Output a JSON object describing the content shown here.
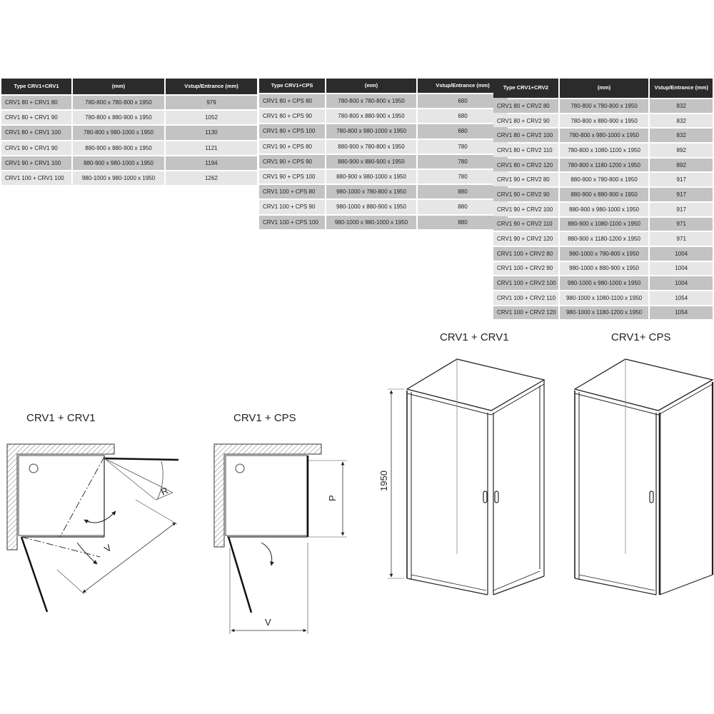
{
  "tables": [
    {
      "headers": [
        "Type CRV1+CRV1",
        "(mm)",
        "Vstup/Entrance (mm)"
      ],
      "rows": [
        [
          "CRV1 80 + CRV1 80",
          "780-800 x 780-800 x 1950",
          "979"
        ],
        [
          "CRV1 80 + CRV1 90",
          "780-800 x 880-900 x 1950",
          "1052"
        ],
        [
          "CRV1 80 + CRV1 100",
          "780-800 x 980-1000 x 1950",
          "1130"
        ],
        [
          "CRV1 90 + CRV1 90",
          "880-900 x 880-900 x 1950",
          "1121"
        ],
        [
          "CRV1 90 + CRV1 100",
          "880-900 x 980-1000 x 1950",
          "1194"
        ],
        [
          "CRV1 100 + CRV1 100",
          "980-1000 x 980-1000 x 1950",
          "1262"
        ]
      ]
    },
    {
      "headers": [
        "Type CRV1+CPS",
        "(mm)",
        "Vstup/Entrance (mm)"
      ],
      "rows": [
        [
          "CRV1 80 + CPS 80",
          "780-800 x 780-800 x 1950",
          "680"
        ],
        [
          "CRV1 80 + CPS 90",
          "780-800 x 880-900 x 1950",
          "680"
        ],
        [
          "CRV1 80 + CPS 100",
          "780-800 x 980-1000 x 1950",
          "680"
        ],
        [
          "CRV1 90 + CPS 80",
          "880-900 x 780-800 x 1950",
          "780"
        ],
        [
          "CRV1 90 + CPS 90",
          "880-900 x 880-900 x 1950",
          "780"
        ],
        [
          "CRV1 90 + CPS 100",
          "880-900 x 980-1000 x 1950",
          "780"
        ],
        [
          "CRV1 100 + CPS 80",
          "980-1000 x 780-800 x 1950",
          "880"
        ],
        [
          "CRV1 100 + CPS 90",
          "980-1000 x 880-900 x 1950",
          "880"
        ],
        [
          "CRV1 100 + CPS 100",
          "980-1000 x 980-1000 x 1950",
          "880"
        ]
      ]
    },
    {
      "headers": [
        "Type CRV1+CRV2",
        "(mm)",
        "Vstup/Entrance (mm)"
      ],
      "rows": [
        [
          "CRV1 80 + CRV2 80",
          "780-800 x 780-800 x 1950",
          "832"
        ],
        [
          "CRV1 80 + CRV2 90",
          "780-800 x 880-900 x 1950",
          "832"
        ],
        [
          "CRV1 80 + CRV2 100",
          "780-800 x 980-1000 x 1950",
          "832"
        ],
        [
          "CRV1 80 + CRV2 110",
          "780-800 x 1080-1100 x 1950",
          "892"
        ],
        [
          "CRV1 80 + CRV2 120",
          "780-800 x 1180-1200 x 1950",
          "892"
        ],
        [
          "CRV1 90 + CRV2 80",
          "880-900 x 780-800 x 1950",
          "917"
        ],
        [
          "CRV1 90 + CRV2 90",
          "880-900 x 880-900 x 1950",
          "917"
        ],
        [
          "CRV1 90 + CRV2 100",
          "880-900 x 980-1000 x 1950",
          "917"
        ],
        [
          "CRV1 90 + CRV2 110",
          "880-900 x 1080-1100 x 1950",
          "971"
        ],
        [
          "CRV1 90 + CRV2 120",
          "880-900 x 1180-1200 x 1950",
          "971"
        ],
        [
          "CRV1 100 + CRV2 80",
          "980-1000 x 780-800 x 1950",
          "1004"
        ],
        [
          "CRV1 100 + CRV2 90",
          "980-1000 x 880-900 x 1950",
          "1004"
        ],
        [
          "CRV1 100 + CRV2 100",
          "980-1000 x 980-1000 x 1950",
          "1004"
        ],
        [
          "CRV1 100 + CRV2 110",
          "980-1000 x 1080-1100 x 1950",
          "1054"
        ],
        [
          "CRV1 100 + CRV2 120",
          "980-1000 x 1180-1200 x 1950",
          "1054"
        ]
      ]
    }
  ],
  "diagrams": {
    "plan1_title": "CRV1 + CRV1",
    "plan1_label_R": "R",
    "plan1_label_V": "V",
    "plan2_title": "CRV1 + CPS",
    "plan2_label_P": "P",
    "plan2_label_V": "V",
    "iso1_title": "CRV1 + CRV1",
    "iso2_title": "CRV1+ CPS",
    "height_label": "1950"
  }
}
